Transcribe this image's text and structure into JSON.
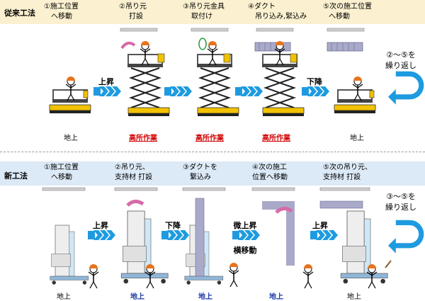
{
  "old_method": {
    "label": "従来工法",
    "steps": [
      {
        "line1": "①施工位置",
        "line2": "へ移動"
      },
      {
        "line1": "②吊り元",
        "line2": "打設"
      },
      {
        "line1": "③吊り元金具",
        "line2": "取付け"
      },
      {
        "line1": "④ダクト",
        "line2": "吊り込み,緊込み"
      },
      {
        "line1": "⑤次の施工位置",
        "line2": "へ移動"
      }
    ],
    "actions": [
      "上昇",
      "下降"
    ],
    "grounds": [
      "地上",
      "高所作業",
      "高所作業",
      "高所作業",
      "地上"
    ],
    "repeat": {
      "line1": "②～⑤を",
      "line2": "繰り返し"
    }
  },
  "new_method": {
    "label": "新工法",
    "steps": [
      {
        "line1": "①施工位置",
        "line2": "へ移動"
      },
      {
        "line1": "②吊り元、",
        "line2": "支持材 打設"
      },
      {
        "line1": "③ダクトを",
        "line2": "繋込み"
      },
      {
        "line1": "④次の施工",
        "line2": "位置へ移動"
      },
      {
        "line1": "⑤次の吊り元、",
        "line2": "支持材 打設"
      }
    ],
    "actions": [
      "上昇",
      "下降",
      "微上昇",
      "横移動",
      "上昇"
    ],
    "grounds": [
      "地上",
      "地上",
      "地上",
      "地上",
      "地上"
    ],
    "repeat": {
      "line1": "③～⑤を",
      "line2": "繰り返し"
    }
  },
  "colors": {
    "old_band": "#fbf0d0",
    "new_band": "#dce9f6",
    "arrow": "#1e9be0",
    "red": "#d40000",
    "blue": "#1a3aa8"
  }
}
